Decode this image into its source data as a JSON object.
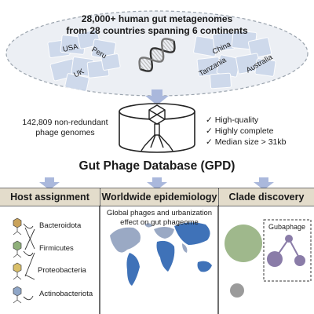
{
  "header": {
    "line1": "28,000+ human gut metagenomes",
    "line2": "from 28 countries spanning 6 continents"
  },
  "countries": [
    "USA",
    "Peru",
    "UK",
    "China",
    "Tanzania",
    "Australia"
  ],
  "database": {
    "genomes_line1": "142,809 non-redundant",
    "genomes_line2": "phage genomes",
    "checks": [
      "High-quality",
      "Highly complete",
      "Median size > 31kb"
    ],
    "name": "Gut Phage Database (GPD)"
  },
  "panels": {
    "host": {
      "title": "Host assignment",
      "hosts": [
        "Bacteroidota",
        "Firmicutes",
        "Proteobacteria",
        "Actinobacteriota"
      ]
    },
    "epi": {
      "title": "Worldwide epidemiology",
      "caption1": "Global phages and urbanization",
      "caption2": "effect on gut phageome"
    },
    "clade": {
      "title": "Clade discovery",
      "box_label": "Gubaphage"
    }
  },
  "colors": {
    "cloud_fill": "#eceff4",
    "tile": "#c9d6ea",
    "arrow": "#aab8dc",
    "header_band": "#e3dccb",
    "map_land": "#9aa9c4",
    "map_highlight": "#3f72b8",
    "dna_dark": "#333333",
    "dna_light": "#bbbbbb",
    "phage_bacteroidota": "#c9a25a",
    "phage_firmicutes": "#8fb07a",
    "phage_proteobacteria": "#d9bf6a",
    "phage_actinobacteriota": "#8fa6c7",
    "clade_green": "#9fb88c",
    "clade_grey": "#9b9b9b",
    "clade_purple": "#8a7ca8"
  }
}
